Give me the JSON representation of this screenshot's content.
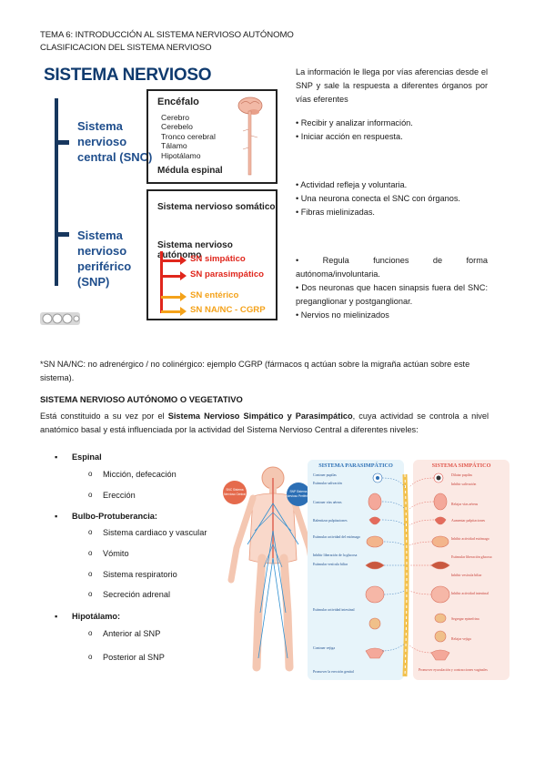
{
  "header": {
    "line1": "TEMA 6: INTRODUCCIÓN AL SISTEMA NERVIOSO AUTÓNOMO",
    "line2": "CLASIFICACION DEL SISTEMA NERVIOSO"
  },
  "figure1": {
    "title": "SISTEMA NERVIOSO",
    "snc_label": [
      "Sistema",
      "nervioso",
      "central (SNC)"
    ],
    "snp_label": [
      "Sistema",
      "nervioso",
      "periférico",
      "(SNP)"
    ],
    "encefalo": {
      "title": "Encéfalo",
      "items": [
        "Cerebro",
        "Cerebelo",
        "Tronco cerebral",
        "Tálamo",
        "Hipotálamo"
      ],
      "medula": "Médula espinal"
    },
    "snp_box": {
      "somatico": "Sistema nervioso somático",
      "autonomo": "Sistema nervioso autónomo",
      "simpatico": "SN simpático",
      "parasimpatico": "SN parasimpático",
      "enterico": "SN entérico",
      "nanc": "SN NA/NC - CGRP"
    },
    "colors": {
      "navy": "#17375e",
      "blue": "#1f4e8c",
      "red": "#e0261c",
      "orange": "#f4a21a"
    }
  },
  "right_col": {
    "intro": "La información le llega por vías aferencias desde el SNP y sale la respuesta a diferentes órganos por vías eferentes",
    "snc_bullets": [
      "Recibir y analizar información.",
      "Iniciar acción en respuesta."
    ],
    "somatico_bullets": [
      "Actividad refleja y voluntaria.",
      "Una neurona conecta el SNC con órganos.",
      "Fibras mielinizadas."
    ],
    "autonomo_bullets": [
      "Regula funciones de forma autónoma/involuntaria.",
      "Dos neuronas que hacen sinapsis fuera del SNC: preganglionar y postganglionar.",
      "Nervios no mielinizados"
    ]
  },
  "footnote": "*SN NA/NC: no adrenérgico / no colinérgico: ejemplo CGRP (fármacos q actúan sobre la migraña actúan sobre este sistema).",
  "section": {
    "title": "SISTEMA NERVIOSO AUTÓNOMO O VEGETATIVO",
    "p_before": "Está constituido a su vez por el ",
    "p_bold": "Sistema Nervioso Simpático y Parasimpático",
    "p_after": ", cuya actividad se controla a nivel anatómico basal y está influenciada por la actividad del Sistema Nervioso Central a diferentes niveles:"
  },
  "levels": [
    {
      "label": "Espinal",
      "items": [
        "Micción, defecación",
        "Erección"
      ]
    },
    {
      "label": "Bulbo-Protuberancia:",
      "items": [
        "Sistema cardiaco y vascular",
        "Vómito",
        "Sistema respiratorio",
        "Secreción adrenal"
      ]
    },
    {
      "label": "Hipotálamo:",
      "items": [
        "Anterior al SNP",
        "Posterior al SNP"
      ]
    }
  ],
  "figure2": {
    "para_title": "SISTEMA PARASIMPÁTICO",
    "simp_title": "SISTEMA SIMPÁTICO",
    "para_labels": [
      "Contraer pupilas",
      "Estimular salivación",
      "Contraer vías aéreas",
      "Ralentizar palpitaciones",
      "Estimular actividad del estómago",
      "Inhibir liberación de la glucosa",
      "Estimular vesícula biliar",
      "Estimular actividad intestinal",
      "Contraer vejiga",
      "Promover la erección genital"
    ],
    "simp_labels": [
      "Dilatar pupilas",
      "Inhibir salivación",
      "Relajar vías aéreas",
      "Aumentar palpitaciones",
      "Inhibir actividad estómago",
      "Estimular liberación glucosa",
      "Inhibir vesícula biliar",
      "Inhibir actividad intestinal",
      "Segregar epinefrina",
      "Relajar vejiga",
      "Promover eyaculación y contracciones vaginales"
    ],
    "badge_left": "SNC Sistema Nervioso Central",
    "badge_right": "SNP Sistema Nervioso Periférico"
  }
}
